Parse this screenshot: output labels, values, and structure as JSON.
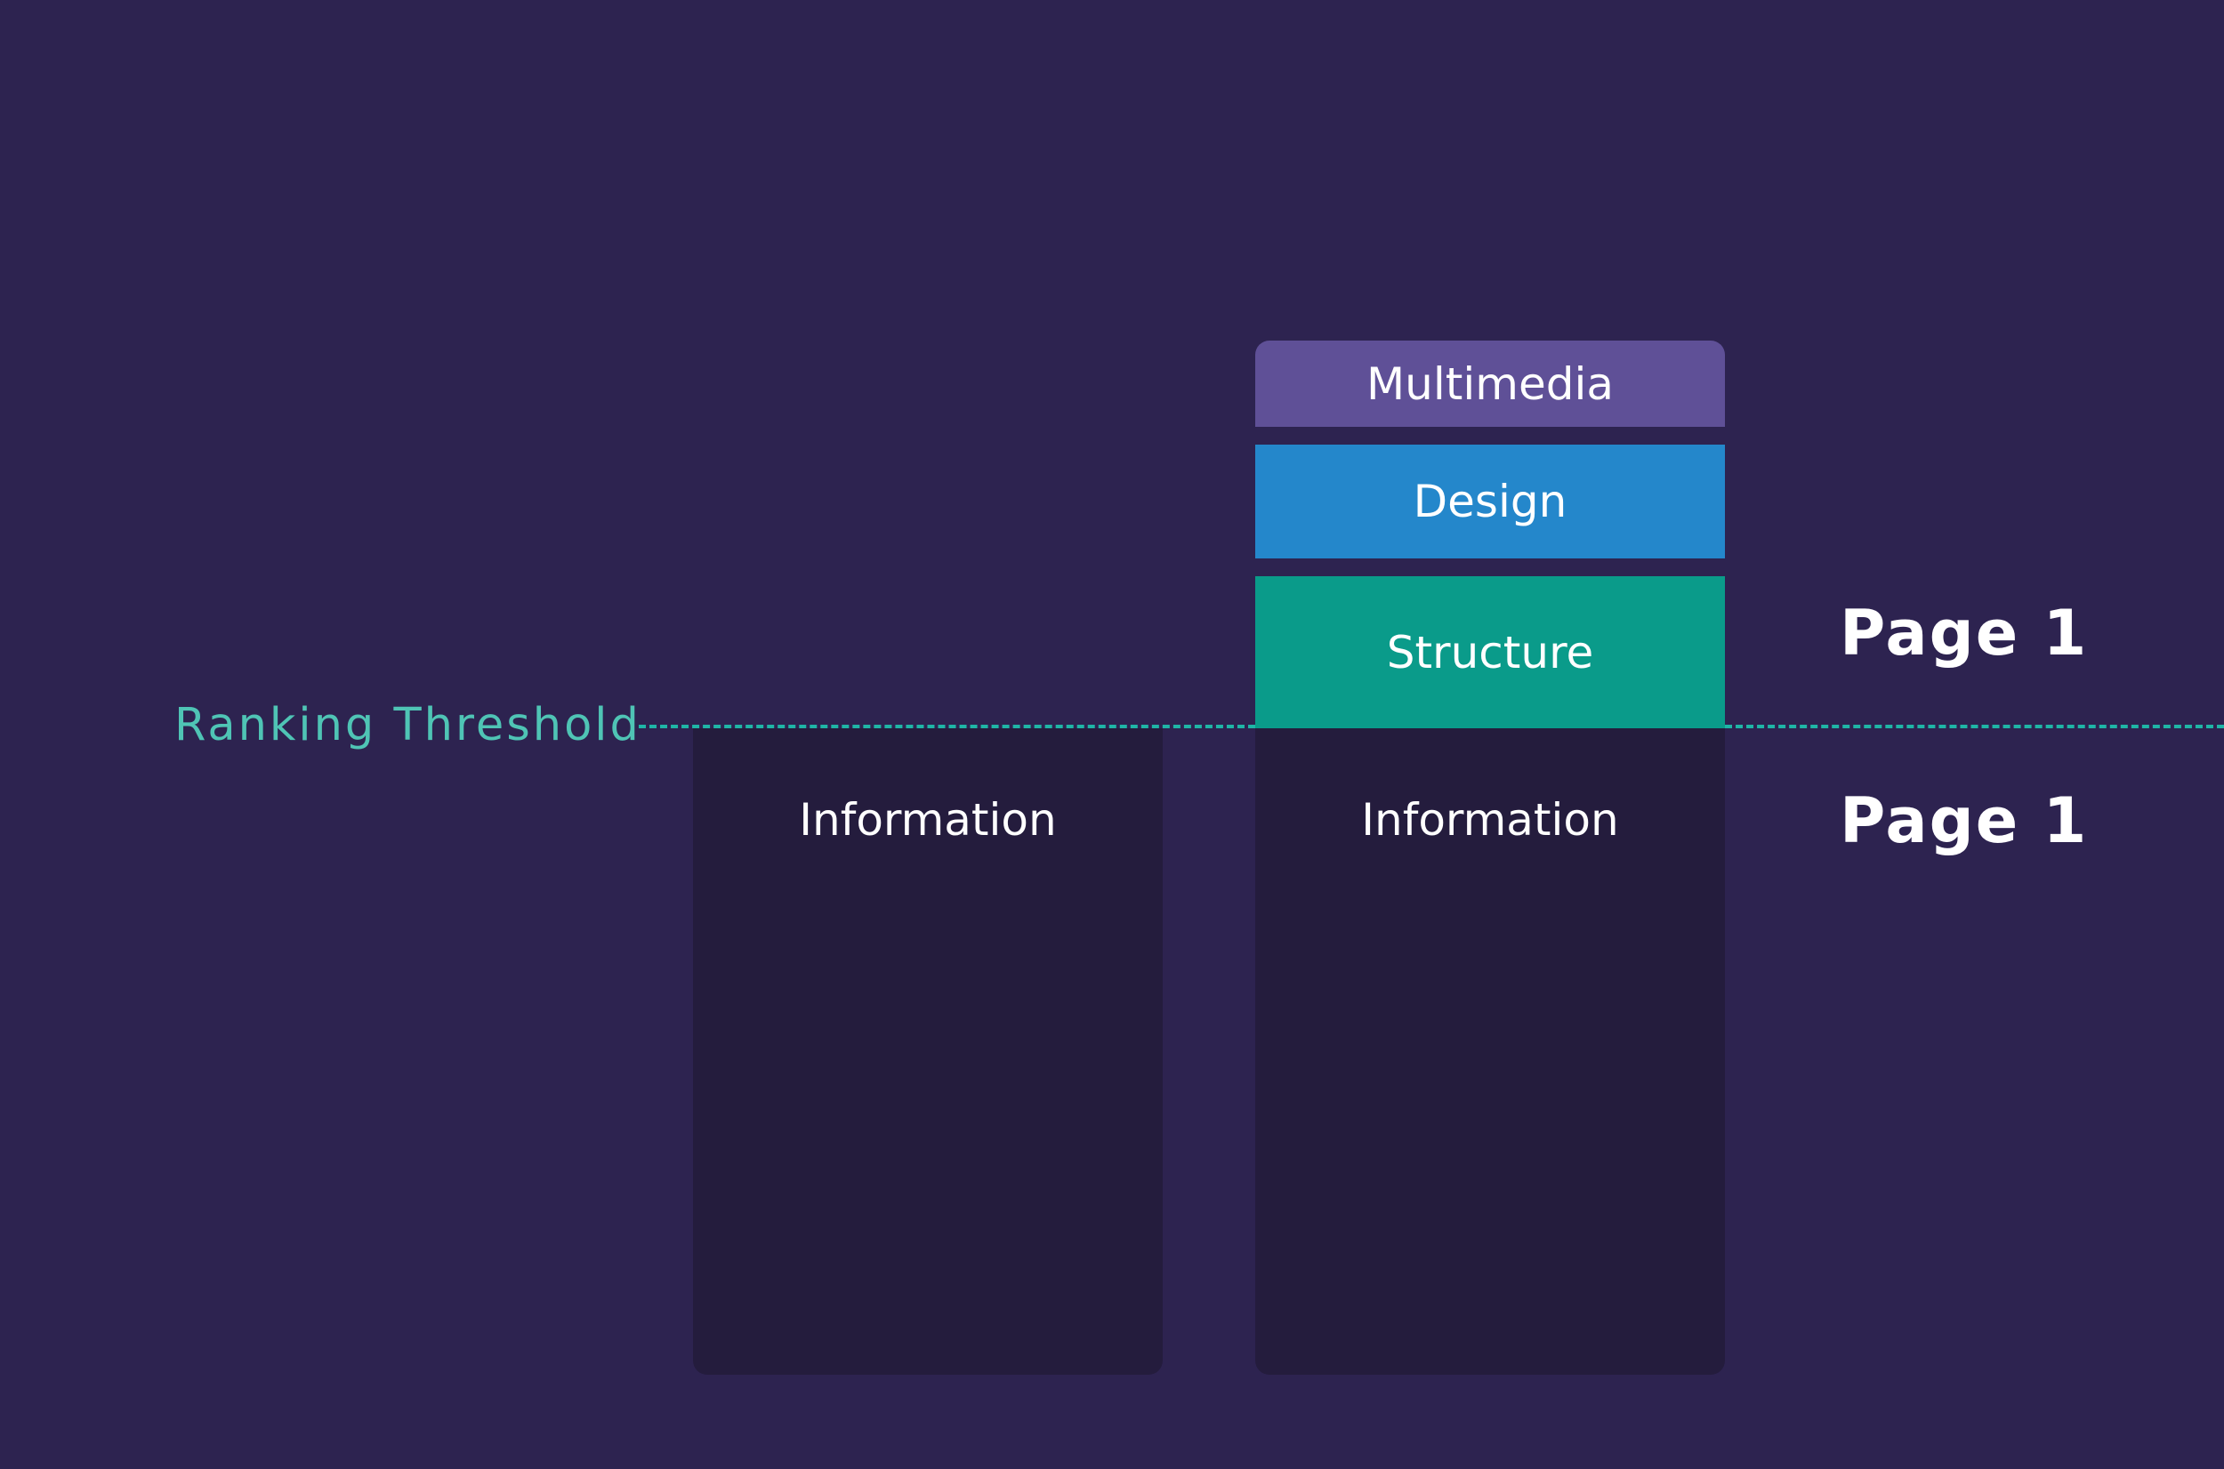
{
  "threshold": {
    "label": "Ranking Threshold",
    "color": "#4fc4b5",
    "line_color": "#1fb5a6"
  },
  "columns": [
    {
      "label": "Information",
      "color": "#241c3d"
    },
    {
      "label": "Information",
      "color": "#241c3d"
    }
  ],
  "stack": {
    "multimedia": {
      "label": "Multimedia",
      "color": "#5f5097"
    },
    "design": {
      "label": "Design",
      "color": "#2487cb"
    },
    "structure": {
      "label": "Structure",
      "color": "#0a9b8a"
    }
  },
  "page_labels": [
    "Page 1",
    "Page 1"
  ],
  "colors": {
    "background": "#2d2350"
  }
}
